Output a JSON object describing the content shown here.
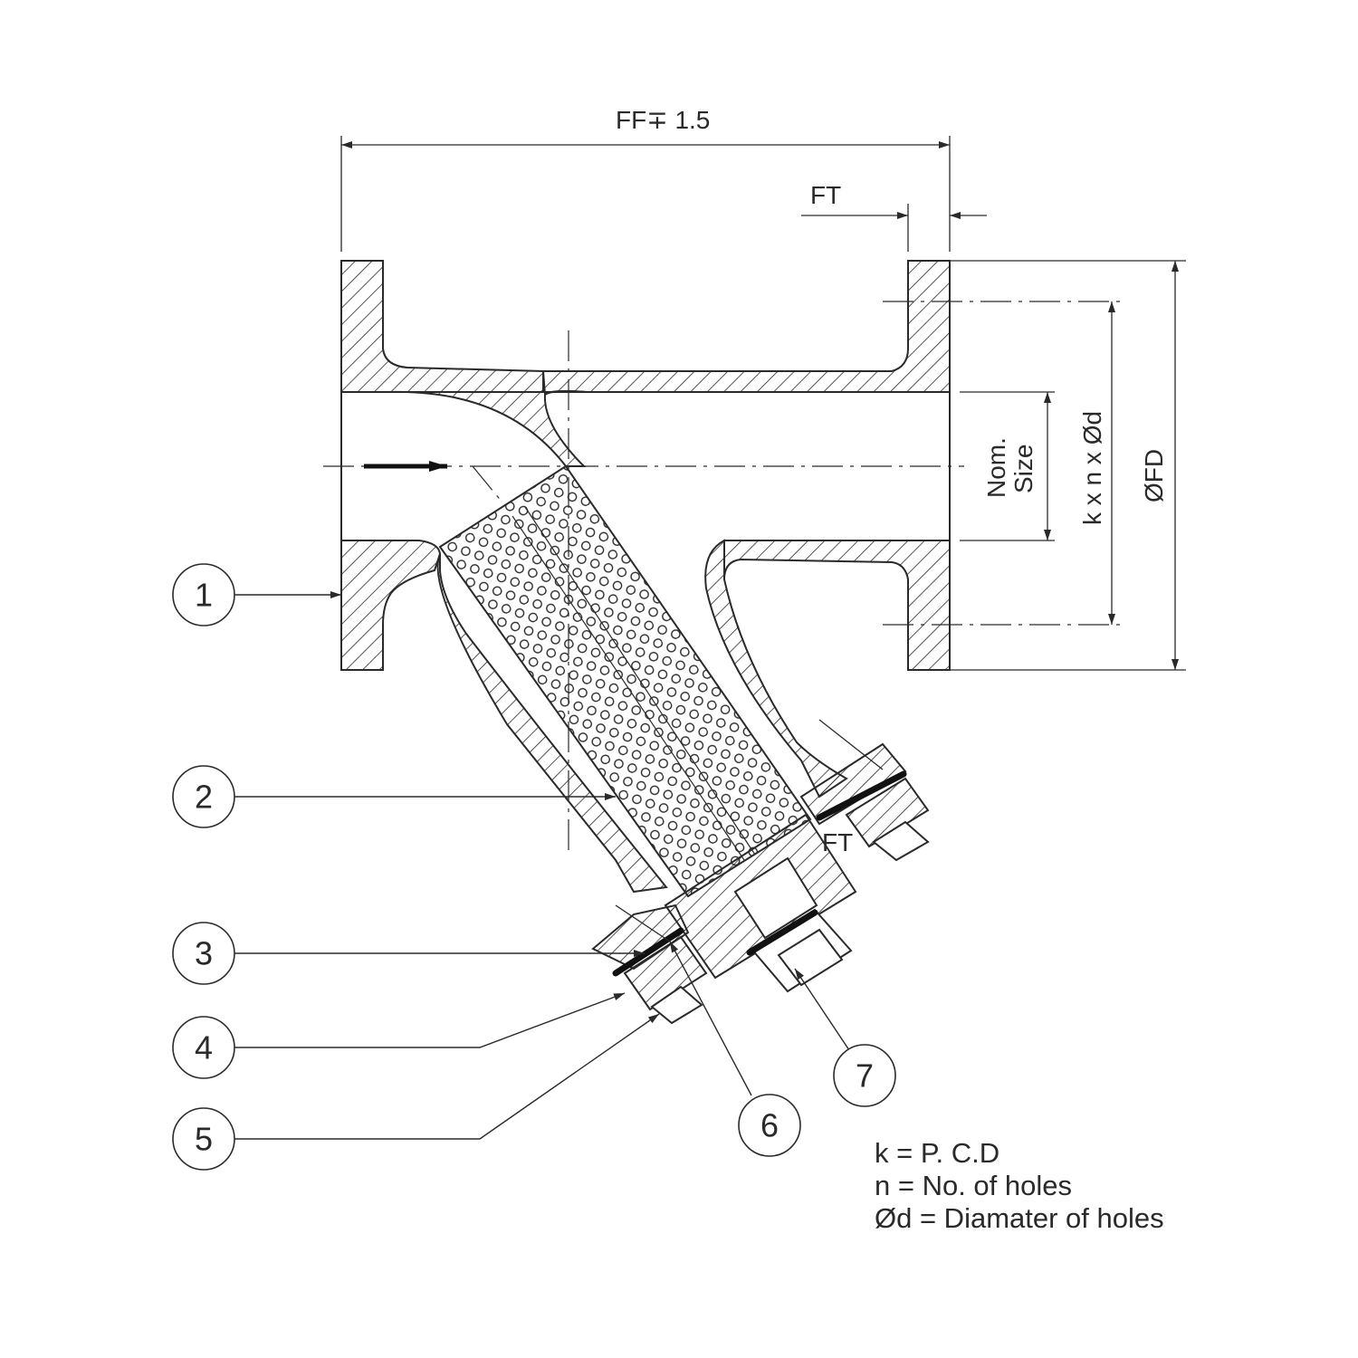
{
  "dimensions": {
    "ff": "FF∓ 1.5",
    "ft_top": "FT",
    "ft_bottom": "FT",
    "nom_size_line1": "Nom.",
    "nom_size_line2": "Size",
    "pcd": "k x n x Ød",
    "flange_diameter": "ØFD"
  },
  "callouts": [
    "1",
    "2",
    "3",
    "4",
    "5",
    "6",
    "7"
  ],
  "legend": [
    "k = P. C.D",
    "n = No. of holes",
    "Ød = Diamater of holes"
  ],
  "colors": {
    "ink": "#2a2a2a",
    "background": "#ffffff"
  }
}
